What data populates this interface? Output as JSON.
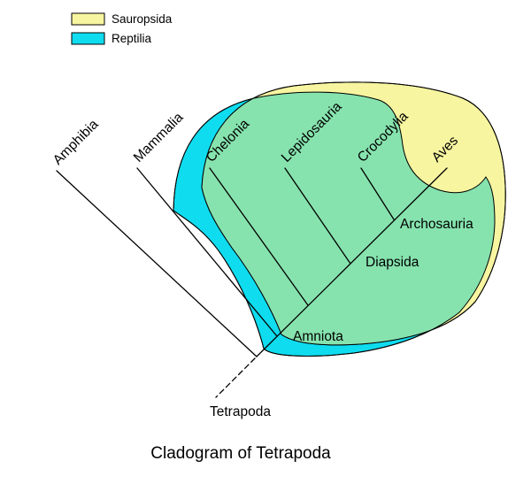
{
  "title": "Cladogram of Tetrapoda",
  "legend": {
    "items": [
      {
        "label": "Sauropsida",
        "color": "#F7F5A0"
      },
      {
        "label": "Reptilia",
        "color": "#0FDCEF"
      }
    ]
  },
  "clades": {
    "tips": [
      {
        "name": "Amphibia"
      },
      {
        "name": "Mammalia"
      },
      {
        "name": "Chelonia"
      },
      {
        "name": "Lepidosauria"
      },
      {
        "name": "Crocodylia"
      },
      {
        "name": "Aves"
      }
    ],
    "internal_nodes": [
      {
        "name": "Amniota"
      },
      {
        "name": "Diapsida"
      },
      {
        "name": "Archosauria"
      },
      {
        "name": "Tetrapoda"
      }
    ]
  },
  "colors": {
    "sauropsida": "#F7F5A0",
    "reptilia": "#0FDCEF",
    "overlap": "#86E3AE",
    "line": "#000000"
  }
}
